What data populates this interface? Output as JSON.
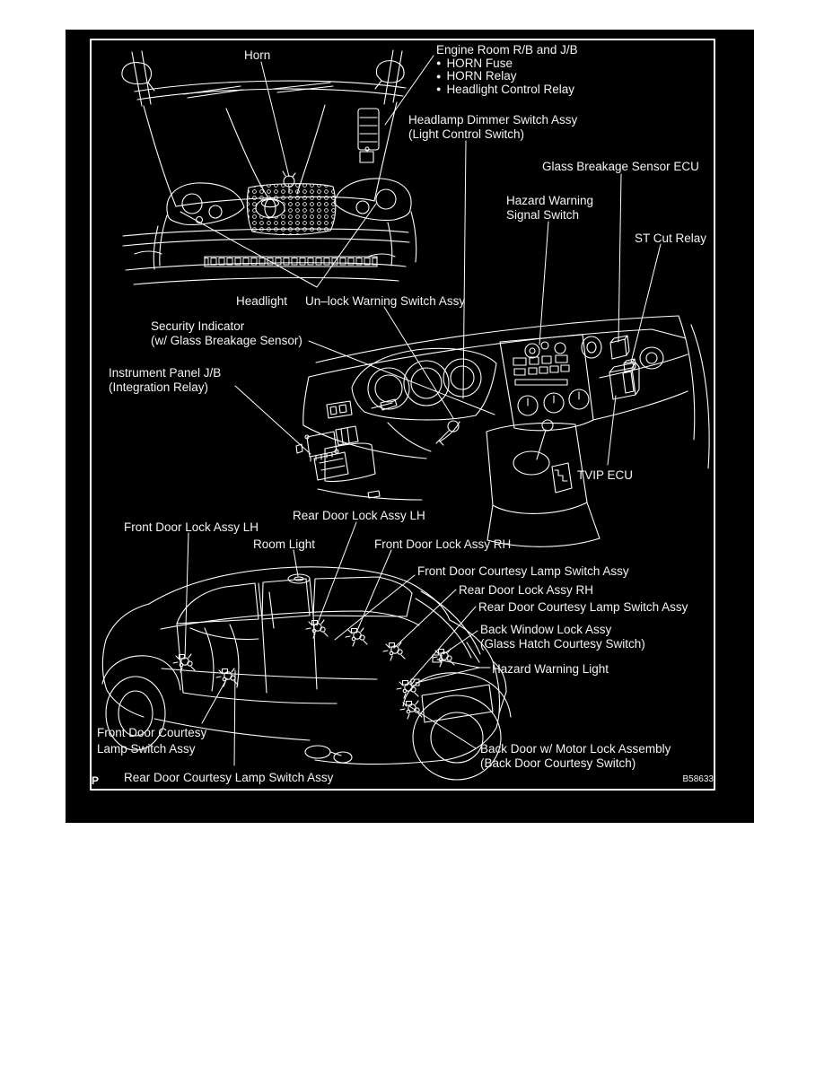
{
  "colors": {
    "page_bg": "#ffffff",
    "panel_bg": "#000000",
    "line": "#ffffff",
    "text": "#f4f4f4"
  },
  "panel": {
    "page_mark": "P",
    "figure_code": "B58633"
  },
  "callouts": {
    "horn": "Horn",
    "engine_room": {
      "title": "Engine Room R/B and J/B",
      "bullet": "●",
      "items": [
        "HORN Fuse",
        "HORN Relay",
        "Headlight Control Relay"
      ]
    },
    "headlamp_dimmer": {
      "line1": "Headlamp Dimmer Switch Assy",
      "line2": "(Light Control Switch)"
    },
    "glass_breakage_ecu": "Glass Breakage Sensor ECU",
    "hazard_signal_switch": {
      "line1": "Hazard Warning",
      "line2": "Signal Switch"
    },
    "st_cut_relay": "ST Cut Relay",
    "headlight": "Headlight",
    "unlock_warning_switch": "Un–lock Warning Switch Assy",
    "security_indicator": {
      "line1": "Security Indicator",
      "line2": "(w/ Glass Breakage Sensor)"
    },
    "instrument_panel_jb": {
      "line1": "Instrument Panel J/B",
      "line2": "(Integration Relay)"
    },
    "tvip_ecu": "TVIP ECU",
    "front_door_lock_lh": "Front Door Lock Assy LH",
    "rear_door_lock_lh": "Rear Door Lock Assy LH",
    "room_light": "Room Light",
    "front_door_lock_rh": "Front Door Lock Assy RH",
    "front_door_courtesy_rh": "Front Door Courtesy Lamp Switch Assy",
    "rear_door_lock_rh": "Rear Door Lock Assy RH",
    "rear_door_courtesy_rh": "Rear Door Courtesy Lamp Switch Assy",
    "back_window_lock": {
      "line1": "Back Window Lock Assy",
      "line2": "(Glass Hatch Courtesy Switch)"
    },
    "hazard_warning_light": "Hazard Warning Light",
    "front_door_courtesy_lh": {
      "line1": "Front Door Courtesy",
      "line2": "Lamp Switch Assy"
    },
    "rear_door_courtesy_lh": "Rear Door Courtesy Lamp Switch Assy",
    "back_door_motor_lock": {
      "line1": "Back Door w/ Motor Lock Assembly",
      "line2": "(Back Door Courtesy Switch)"
    }
  }
}
